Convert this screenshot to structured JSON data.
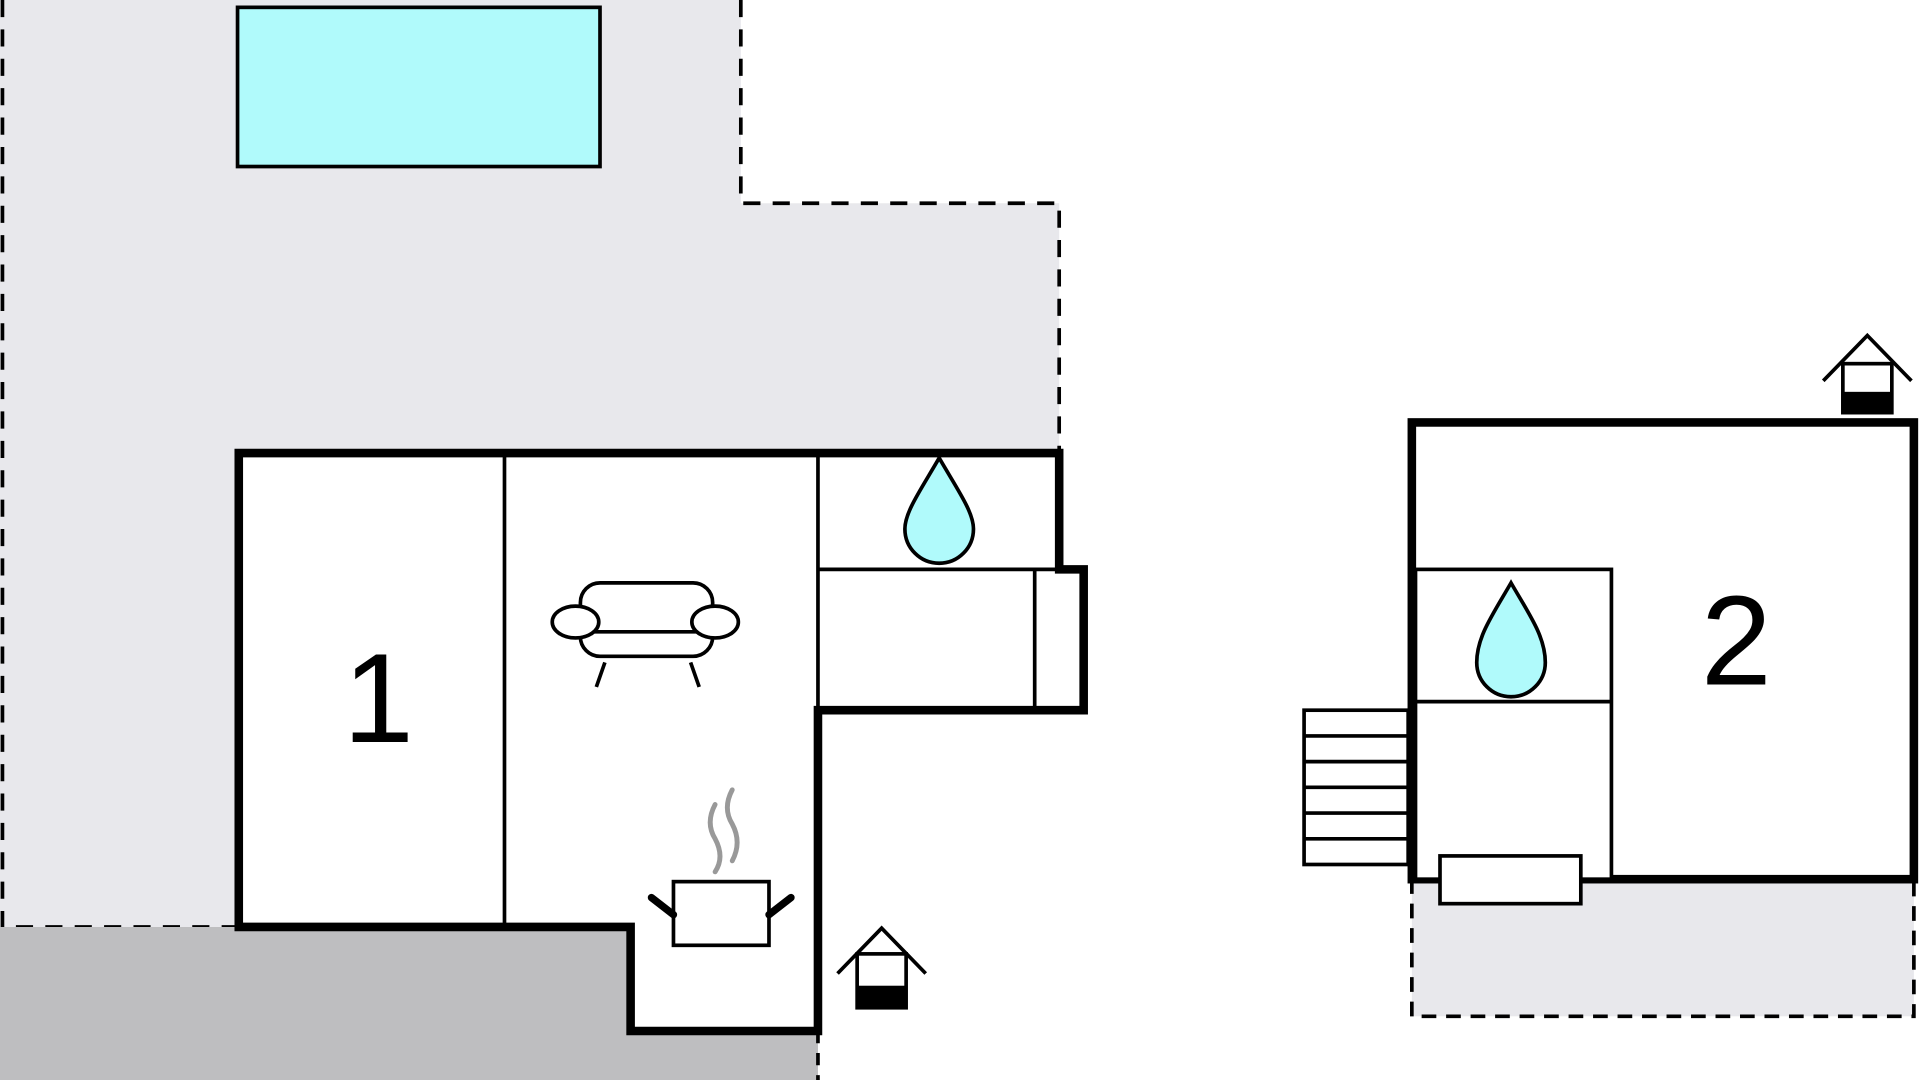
{
  "plan": {
    "rooms": [
      {
        "label": "1"
      },
      {
        "label": "2"
      }
    ],
    "icons": [
      "pool",
      "sofa-icon",
      "cooking-pot-icon",
      "water-drop-icon",
      "entrance-house-icon",
      "stairs",
      "terrace"
    ],
    "colors": {
      "pool": "#b0fafb",
      "terrace_light": "#e8e8ec",
      "terrace_dark": "#bebec0",
      "walls": "#000000",
      "steam": "#999999"
    }
  }
}
